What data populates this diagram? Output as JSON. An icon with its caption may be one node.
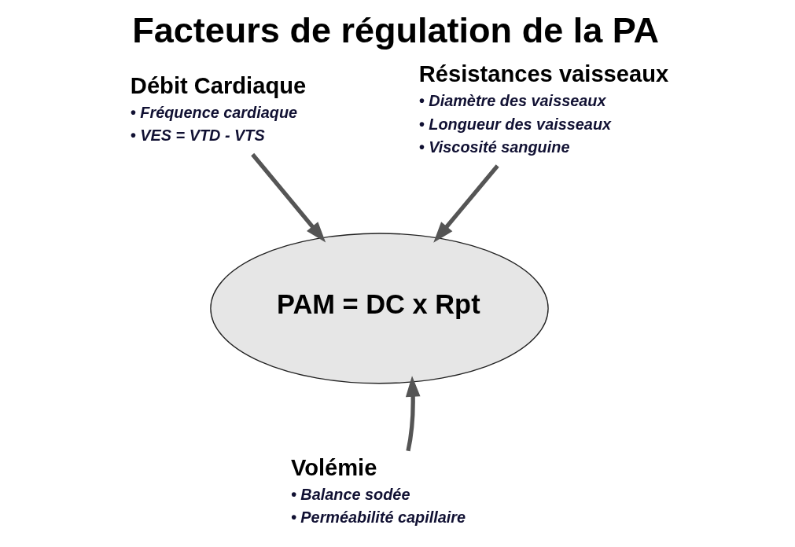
{
  "diagram": {
    "title": "Facteurs de régulation de la PA",
    "nodes": [
      {
        "text": [
          "Débit Cardiaque",
          "• Fréquence cardiaque",
          "• VES = VTD - VTS"
        ]
      },
      {
        "text": [
          "Résistances vaisseaux",
          "• Diamètre des vaisseaux",
          "• Longueur des vaisseaux",
          "• Viscosité sanguine"
        ]
      },
      {
        "text": [
          "PAM = DC x Rpt"
        ]
      },
      {
        "text": [
          "Volémie",
          "• Balance sodée",
          "• Perméabilité capillaire"
        ]
      }
    ],
    "edges": [
      {
        "from": 0,
        "to": 2,
        "arrow": "to"
      },
      {
        "from": 1,
        "to": 2,
        "arrow": "to"
      },
      {
        "from": 3,
        "to": 2,
        "arrow": "to"
      }
    ]
  }
}
